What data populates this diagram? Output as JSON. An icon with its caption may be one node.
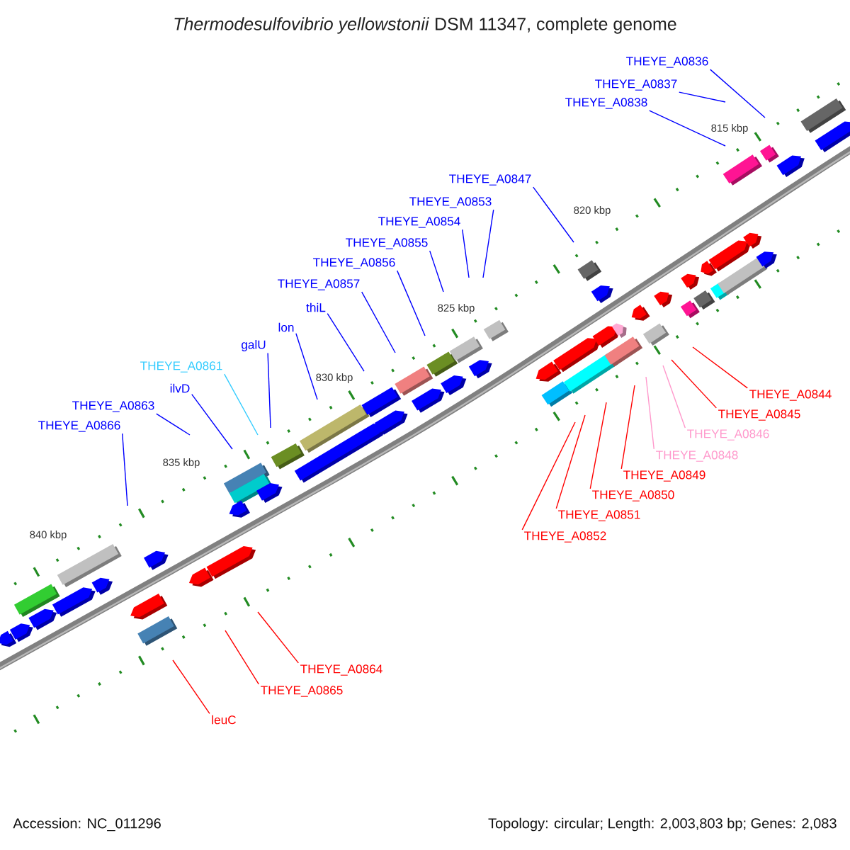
{
  "diagram": {
    "title": "*Thermodesulfovibrio yellowstonii* DSM 11347, complete genome",
    "nodes": [
      {
        "text": [
          "THEYE_A0836"
        ]
      },
      {
        "text": [
          "THEYE_A0837"
        ]
      },
      {
        "text": [
          "THEYE_A0838"
        ]
      },
      {
        "text": [
          "THEYE_A0847"
        ]
      },
      {
        "text": [
          "THEYE_A0853"
        ]
      },
      {
        "text": [
          "THEYE_A0854"
        ]
      },
      {
        "text": [
          "THEYE_A0855"
        ]
      },
      {
        "text": [
          "THEYE_A0856"
        ]
      },
      {
        "text": [
          "THEYE_A0857"
        ]
      },
      {
        "text": [
          "thiL"
        ]
      },
      {
        "text": [
          "lon"
        ]
      },
      {
        "text": [
          "galU"
        ]
      },
      {
        "text": [
          "THEYE_A0861"
        ]
      },
      {
        "text": [
          "ilvD"
        ]
      },
      {
        "text": [
          "THEYE_A0863"
        ]
      },
      {
        "text": [
          "THEYE_A0866"
        ]
      },
      {
        "text": [
          "THEYE_A0844"
        ]
      },
      {
        "text": [
          "THEYE_A0845"
        ]
      },
      {
        "text": [
          "THEYE_A0846"
        ]
      },
      {
        "text": [
          "THEYE_A0848"
        ]
      },
      {
        "text": [
          "THEYE_A0849"
        ]
      },
      {
        "text": [
          "THEYE_A0850"
        ]
      },
      {
        "text": [
          "THEYE_A0851"
        ]
      },
      {
        "text": [
          "THEYE_A0852"
        ]
      },
      {
        "text": [
          "THEYE_A0864"
        ]
      },
      {
        "text": [
          "THEYE_A0865"
        ]
      },
      {
        "text": [
          "leuC"
        ]
      }
    ],
    "edges": [
      {
        "from": 0,
        "to": null,
        "arrow": "none"
      },
      {
        "from": 1,
        "to": null,
        "arrow": "none"
      },
      {
        "from": 2,
        "to": null,
        "arrow": "none"
      },
      {
        "from": 3,
        "to": null,
        "arrow": "none"
      },
      {
        "from": 4,
        "to": null,
        "arrow": "none"
      },
      {
        "from": 5,
        "to": null,
        "arrow": "none"
      },
      {
        "from": 6,
        "to": null,
        "arrow": "none"
      },
      {
        "from": 7,
        "to": null,
        "arrow": "none"
      },
      {
        "from": 8,
        "to": null,
        "arrow": "none"
      },
      {
        "from": 9,
        "to": null,
        "arrow": "none"
      },
      {
        "from": 10,
        "to": null,
        "arrow": "none"
      },
      {
        "from": 11,
        "to": null,
        "arrow": "none"
      },
      {
        "from": 12,
        "to": null,
        "arrow": "none",
        "color": "#33ccff"
      },
      {
        "from": 13,
        "to": null,
        "arrow": "none"
      },
      {
        "from": 14,
        "to": null,
        "arrow": "none"
      },
      {
        "from": 15,
        "to": null,
        "arrow": "none"
      },
      {
        "from": 16,
        "to": null,
        "arrow": "none",
        "color": "#ff0000"
      },
      {
        "from": 17,
        "to": null,
        "arrow": "none",
        "color": "#ff0000"
      },
      {
        "from": 18,
        "to": null,
        "arrow": "none",
        "color": "#ff99cc"
      },
      {
        "from": 19,
        "to": null,
        "arrow": "none",
        "color": "#ff99cc"
      },
      {
        "from": 20,
        "to": null,
        "arrow": "none",
        "color": "#ff0000"
      },
      {
        "from": 21,
        "to": null,
        "arrow": "none",
        "color": "#ff0000"
      },
      {
        "from": 22,
        "to": null,
        "arrow": "none",
        "color": "#ff0000"
      },
      {
        "from": 23,
        "to": null,
        "arrow": "none",
        "color": "#ff0000"
      },
      {
        "from": 24,
        "to": null,
        "arrow": "none",
        "color": "#ff0000"
      },
      {
        "from": 25,
        "to": null,
        "arrow": "none",
        "color": "#ff0000"
      },
      {
        "from": 26,
        "to": null,
        "arrow": "none",
        "color": "#ff0000"
      }
    ],
    "labels": [
      "815 kbp",
      "820 kbp",
      "825 kbp",
      "830 kbp",
      "835 kbp",
      "840 kbp",
      "Accession: NC_011296",
      "Topology: circular; Length: 2,003,803 bp; Genes: 2,083"
    ]
  }
}
